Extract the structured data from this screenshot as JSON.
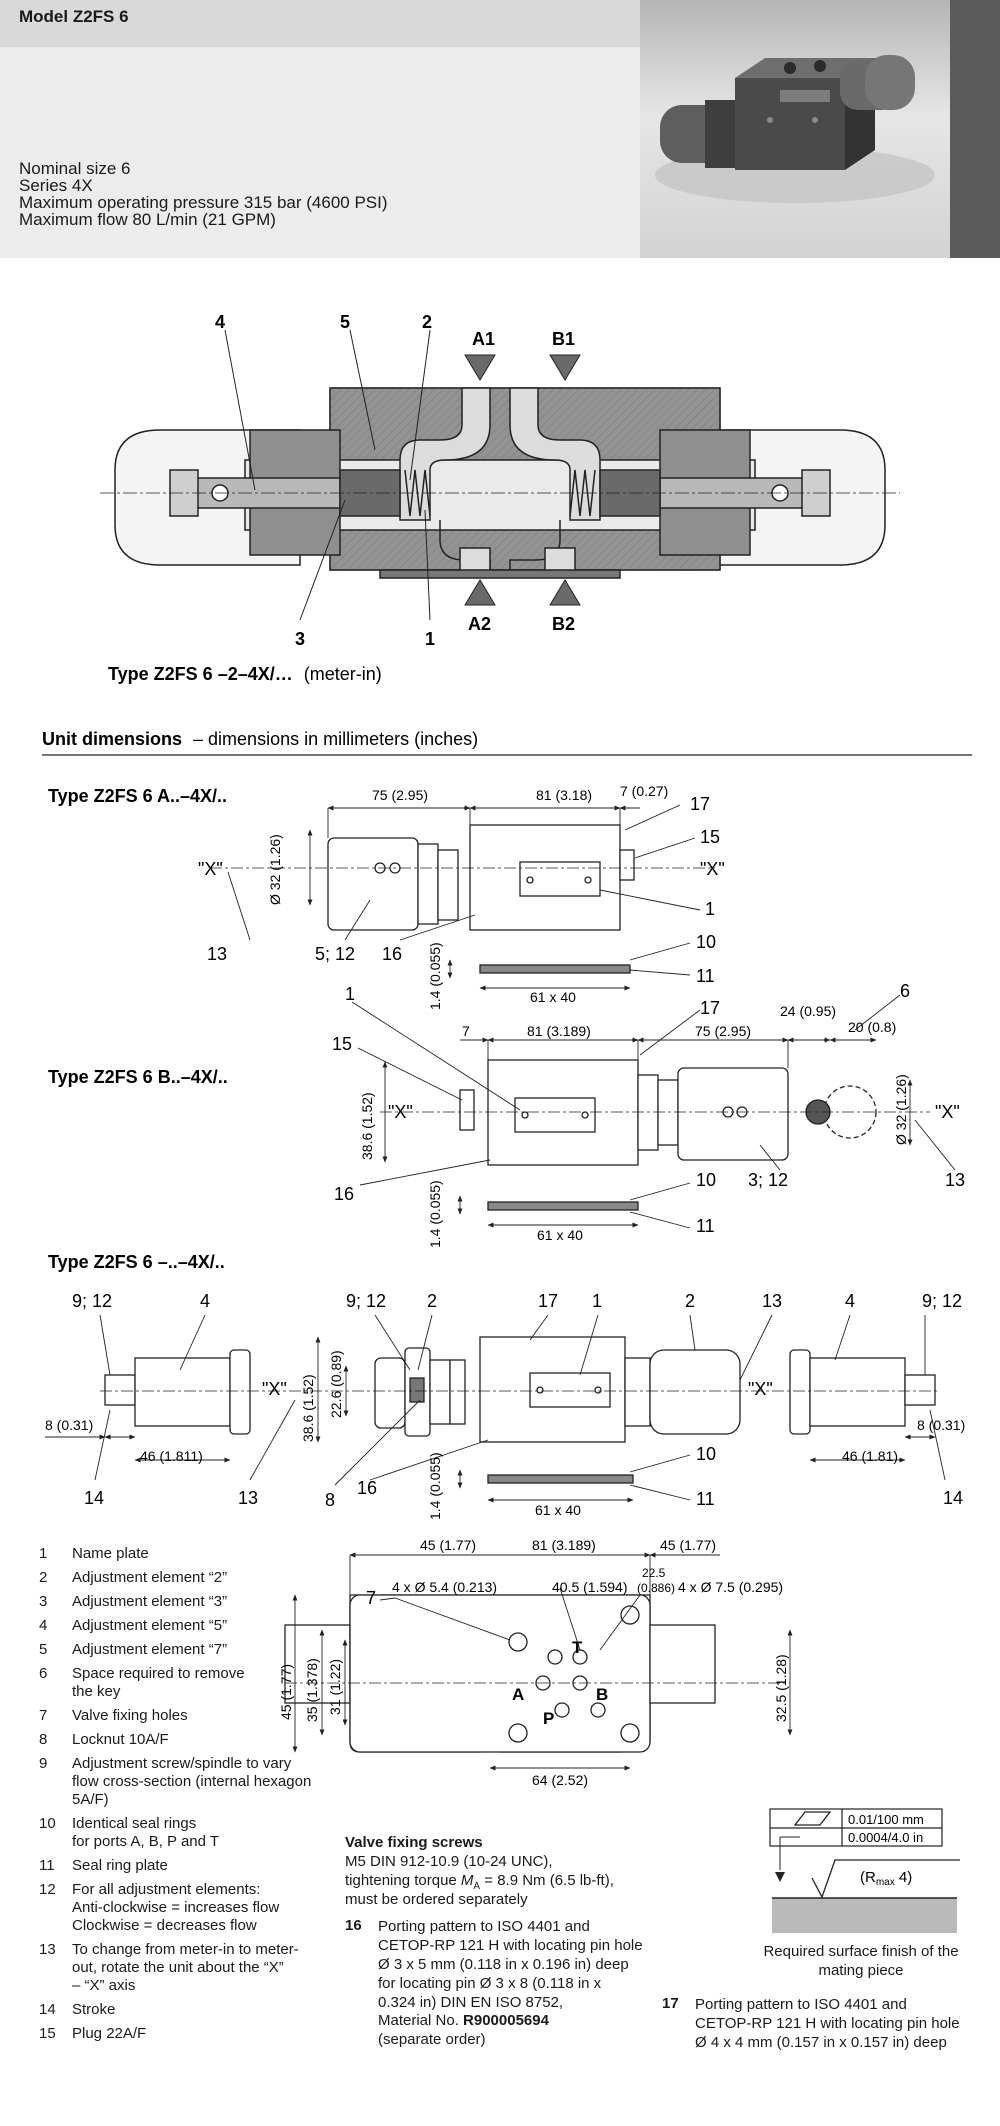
{
  "header": {
    "model": "Model Z2FS 6",
    "specs": [
      "Nominal size 6",
      "Series 4X",
      "Maximum operating pressure 315 bar (4600 PSI)",
      "Maximum flow 80 L/min (21 GPM)"
    ]
  },
  "section_view": {
    "caption_type": "Type Z2FS 6 –2–4X/…",
    "caption_note": "(meter-in)",
    "ports": {
      "a1": "A1",
      "b1": "B1",
      "a2": "A2",
      "b2": "B2"
    },
    "callouts": {
      "c4": "4",
      "c5": "5",
      "c2": "2",
      "c3": "3",
      "c1": "1"
    }
  },
  "unit_dimensions": {
    "heading": "Unit dimensions",
    "subheading": "– dimensions in millimeters (inches)"
  },
  "type_a": {
    "title": "Type Z2FS 6 A..–4X/..",
    "dims": {
      "d75": "75 (2.95)",
      "d81": "81 (3.18)",
      "d7": "7 (0.27)",
      "d32": "Ø 32 (1.26)",
      "d14": "1.4 (0.055)",
      "d61": "61 x 40"
    },
    "x_left": "\"X\"",
    "x_right": "\"X\"",
    "callouts": {
      "c17": "17",
      "c15": "15",
      "c1": "1",
      "c10": "10",
      "c11": "11",
      "c13": "13",
      "c512": "5; 12",
      "c16": "16"
    }
  },
  "type_b": {
    "title": "Type Z2FS 6 B..–4X/..",
    "dims": {
      "d7": "7",
      "d81": "81 (3.189)",
      "d75": "75 (2.95)",
      "d24": "24 (0.95)",
      "d20": "20 (0.8)",
      "d386": "38.6 (1.52)",
      "d32": "Ø 32 (1.26)",
      "d14": "1.4 (0.055)",
      "d61": "61 x 40"
    },
    "x_left": "\"X\"",
    "x_right": "\"X\"",
    "callouts": {
      "c1": "1",
      "c15": "15",
      "c17": "17",
      "c6": "6",
      "c16": "16",
      "c10": "10",
      "c312": "3; 12",
      "c13": "13",
      "c11": "11"
    }
  },
  "type_c": {
    "title": "Type Z2FS 6 –..–4X/..",
    "dims": {
      "d8l": "8 (0.31)",
      "d46l": "46 (1.811)",
      "d386": "38.6 (1.52)",
      "d226": "22.6 (0.89)",
      "d14": "1.4 (0.055)",
      "d61": "61 x 40",
      "d8r": "8 (0.31)",
      "d46r": "46 (1.81)"
    },
    "x_left": "\"X\"",
    "x_right": "\"X\"",
    "callouts": {
      "c912l": "9; 12",
      "c4l": "4",
      "c912m": "9; 12",
      "c2m": "2",
      "c17": "17",
      "c1": "1",
      "c2r": "2",
      "c13r": "13",
      "c4r": "4",
      "c912r": "9; 12",
      "c14l": "14",
      "c13l": "13",
      "c8": "8",
      "c16": "16",
      "c10": "10",
      "c11": "11",
      "c14r": "14"
    }
  },
  "base_view": {
    "dims": {
      "d45l": "45 (1.77)",
      "d81": "81 (3.189)",
      "d45r": "45 (1.77)",
      "d54": "4 x Ø 5.4 (0.213)",
      "d405": "40.5 (1.594)",
      "d225a": "22.5",
      "d225b": "(0.886)",
      "d75": "4 x Ø 7.5  (0.295)",
      "d45v": "45 (1.77)",
      "d35": "35 (1.378)",
      "d31": "31 (1.22)",
      "d325": "32.5 (1.28)",
      "d64": "64 (2.52)"
    },
    "ports": {
      "t": "T",
      "a": "A",
      "b": "B",
      "p": "P"
    },
    "callouts": {
      "c7": "7"
    }
  },
  "surface": {
    "flatness": "0.01/100 mm",
    "flatness_in": "0.0004/4.0 in",
    "roughness": "(R",
    "roughness_sub": "max",
    "roughness_val": " 4)",
    "caption": "Required surface finish of the\nmating piece"
  },
  "legend": [
    {
      "n": "1",
      "t": "Name plate"
    },
    {
      "n": "2",
      "t": "Adjustment element “2”"
    },
    {
      "n": "3",
      "t": "Adjustment element “3”"
    },
    {
      "n": "4",
      "t": "Adjustment element “5”"
    },
    {
      "n": "5",
      "t": "Adjustment element “7”"
    },
    {
      "n": "6",
      "t": "Space required to remove\nthe key"
    },
    {
      "n": "7",
      "t": "Valve fixing holes"
    },
    {
      "n": "8",
      "t": "Locknut 10A/F"
    },
    {
      "n": "9",
      "t": "Adjustment screw/spindle to vary\nflow cross-section (internal hexagon\n5A/F)"
    },
    {
      "n": "10",
      "t": "Identical seal rings\nfor ports A, B, P and T"
    },
    {
      "n": "11",
      "t": "Seal ring plate"
    },
    {
      "n": "12",
      "t": "For all adjustment elements:\nAnti-clockwise = increases flow\nClockwise = decreases flow"
    },
    {
      "n": "13",
      "t": "To change from meter-in to meter-\nout, rotate the unit about the “X”\n– “X” axis"
    },
    {
      "n": "14",
      "t": "Stroke"
    },
    {
      "n": "15",
      "t": "Plug 22A/F"
    }
  ],
  "screws": {
    "title": "Valve fixing screws",
    "line1": "M5 DIN 912-10.9 (10-24 UNC),",
    "line2a": "tightening torque ",
    "line2m": "M",
    "line2sub": "A",
    "line2b": " = 8.9 Nm (6.5 lb-ft),",
    "line3": "must be ordered separately"
  },
  "note16": {
    "n": "16",
    "t": "Porting pattern to ISO 4401 and\nCETOP-RP 121 H with locating pin hole\nØ 3 x 5 mm (0.118 in x 0.196 in) deep\nfor locating pin Ø 3 x 8 (0.118 in x\n0.324 in) DIN EN ISO 8752,",
    "material_label": "Material No. ",
    "material_no": "R900005694",
    "t2": "(separate order)"
  },
  "note17": {
    "n": "17",
    "t": "Porting pattern to ISO 4401 and\nCETOP-RP 121 H with locating pin hole\nØ 4 x 4 mm (0.157 in x 0.157 in) deep"
  }
}
